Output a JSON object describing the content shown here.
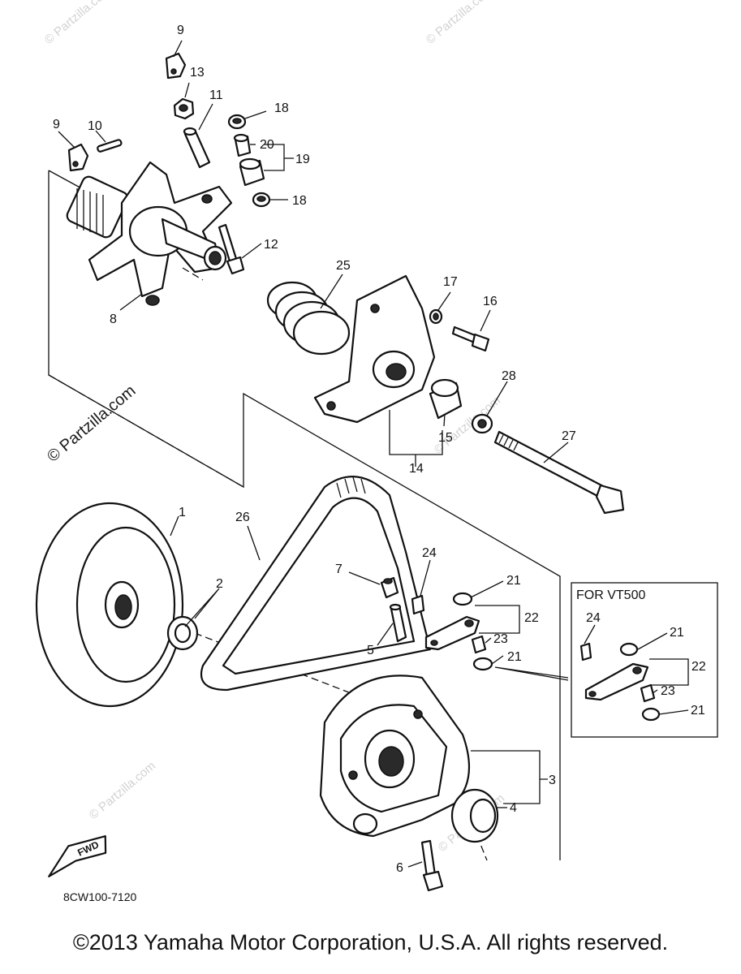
{
  "diagram": {
    "code": "8CW100-7120",
    "inset_title": "FOR VT500",
    "fwd_label": "FWD",
    "watermark_text": "© Partzilla.com",
    "callouts": [
      {
        "id": "c9a",
        "label": "9"
      },
      {
        "id": "c13",
        "label": "13"
      },
      {
        "id": "c11",
        "label": "11"
      },
      {
        "id": "c18a",
        "label": "18"
      },
      {
        "id": "c9b",
        "label": "9"
      },
      {
        "id": "c10",
        "label": "10"
      },
      {
        "id": "c20",
        "label": "20"
      },
      {
        "id": "c19",
        "label": "19"
      },
      {
        "id": "c18b",
        "label": "18"
      },
      {
        "id": "c12",
        "label": "12"
      },
      {
        "id": "c8",
        "label": "8"
      },
      {
        "id": "c25",
        "label": "25"
      },
      {
        "id": "c17",
        "label": "17"
      },
      {
        "id": "c16",
        "label": "16"
      },
      {
        "id": "c28",
        "label": "28"
      },
      {
        "id": "c15",
        "label": "15"
      },
      {
        "id": "c14",
        "label": "14"
      },
      {
        "id": "c27",
        "label": "27"
      },
      {
        "id": "c1",
        "label": "1"
      },
      {
        "id": "c26",
        "label": "26"
      },
      {
        "id": "c2",
        "label": "2"
      },
      {
        "id": "c7",
        "label": "7"
      },
      {
        "id": "c24a",
        "label": "24"
      },
      {
        "id": "c21a",
        "label": "21"
      },
      {
        "id": "c22a",
        "label": "22"
      },
      {
        "id": "c23a",
        "label": "23"
      },
      {
        "id": "c21b",
        "label": "21"
      },
      {
        "id": "c5",
        "label": "5"
      },
      {
        "id": "c24b",
        "label": "24"
      },
      {
        "id": "c21c",
        "label": "21"
      },
      {
        "id": "c22b",
        "label": "22"
      },
      {
        "id": "c23b",
        "label": "23"
      },
      {
        "id": "c21d",
        "label": "21"
      },
      {
        "id": "c3",
        "label": "3"
      },
      {
        "id": "c4",
        "label": "4"
      },
      {
        "id": "c6",
        "label": "6"
      }
    ]
  },
  "footer": {
    "copyright": "©2013  Yamaha Motor Corporation, U.S.A. All rights reserved."
  }
}
